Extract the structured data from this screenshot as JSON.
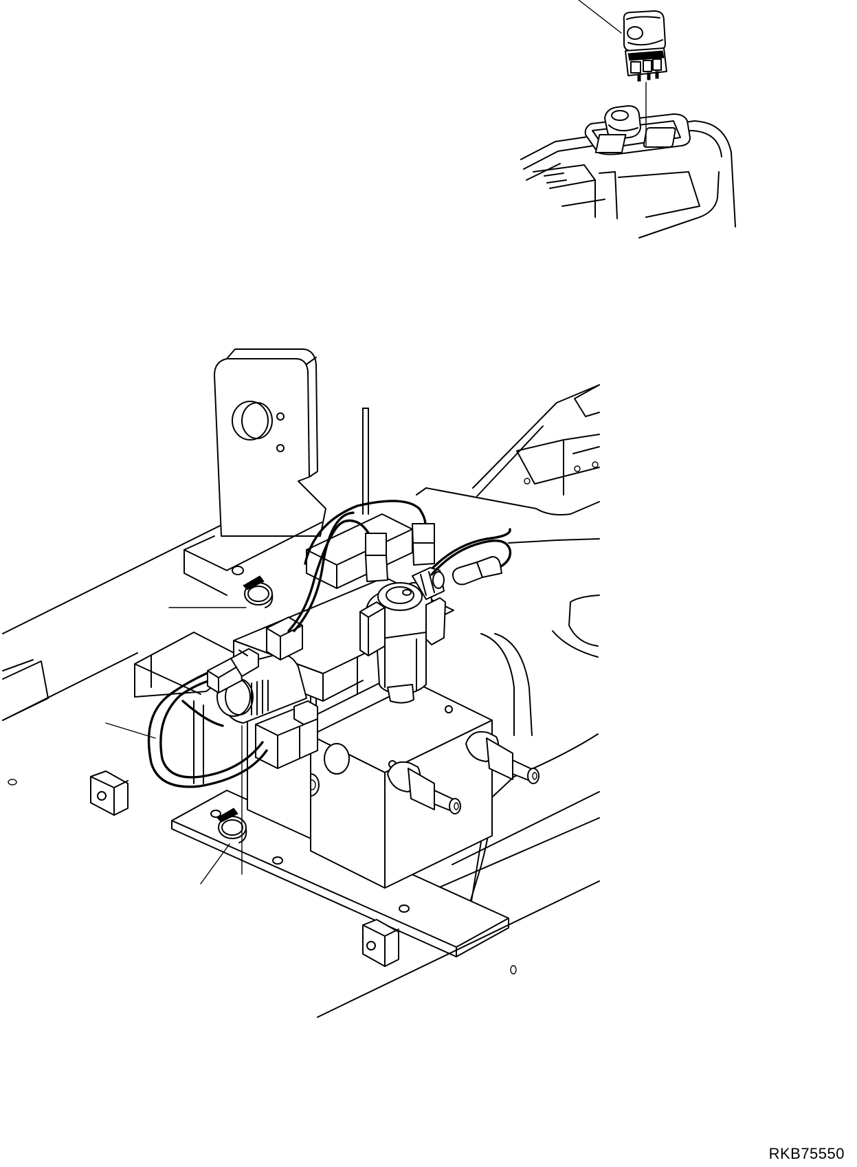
{
  "diagram": {
    "drawing_code": "RKB75550",
    "components": [
      "rocker-switch",
      "switch-panel",
      "console-cover",
      "mounting-bracket",
      "solenoid-valve-block",
      "solenoid-valve-upper",
      "solenoid-valve-lower",
      "wiring-harness",
      "connector",
      "clamp-upper",
      "clamp-lower",
      "hydraulic-fitting",
      "spacer-block"
    ],
    "colors": {
      "line": "#000000",
      "background": "#ffffff"
    }
  }
}
